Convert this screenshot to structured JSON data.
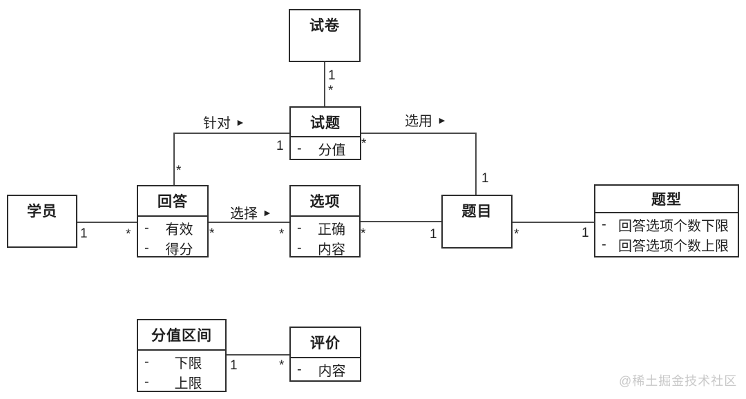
{
  "canvas": {
    "background": "#ffffff",
    "border_color": "#2d2d2d",
    "line_color": "#4a4a4a",
    "watermark_color": "#c9c9c9"
  },
  "attr_marker": "-",
  "classes": {
    "paper": {
      "title": "试卷",
      "attrs": []
    },
    "exam_question": {
      "title": "试题",
      "attrs": [
        "分值"
      ]
    },
    "student": {
      "title": "学员",
      "attrs": []
    },
    "answer": {
      "title": "回答",
      "attrs": [
        "有效",
        "得分"
      ]
    },
    "option": {
      "title": "选项",
      "attrs": [
        "正确",
        "内容"
      ]
    },
    "question": {
      "title": "题目",
      "attrs": []
    },
    "question_type": {
      "title": "题型",
      "attrs": [
        "回答选项个数下限",
        "回答选项个数上限"
      ]
    },
    "score_range": {
      "title": "分值区间",
      "attrs": [
        "下限",
        "上限"
      ]
    },
    "evaluation": {
      "title": "评价",
      "attrs": [
        "内容"
      ]
    }
  },
  "association_labels": {
    "target": {
      "text": "针对",
      "arrow": "►"
    },
    "use": {
      "text": "选用",
      "arrow": "►"
    },
    "choose": {
      "text": "选择",
      "arrow": "►"
    }
  },
  "multiplicities": {
    "paper_side": "1",
    "examq_below_paper": "*",
    "examq_left": "1",
    "answer_top": "*",
    "examq_right": "*",
    "question_top": "1",
    "student_right": "1",
    "answer_left": "*",
    "answer_right": "*",
    "option_left": "*",
    "option_right": "*",
    "question_left": "1",
    "question_right": "*",
    "qtype_left": "1",
    "range_right": "1",
    "eval_left": "*"
  },
  "watermark": "@稀土掘金技术社区"
}
